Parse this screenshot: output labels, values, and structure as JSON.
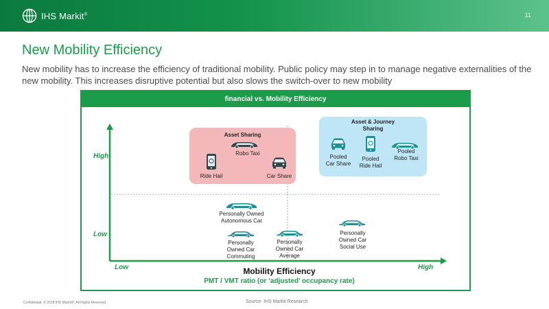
{
  "header": {
    "brand": "IHS Markit",
    "brand_mark": "®",
    "page_number": "11"
  },
  "title": "New Mobility Efficiency",
  "subtitle": "New mobility has to increase the efficiency of traditional mobility. Public policy may step in to manage negative externalities of the new mobility. This increases disruptive potential but also slows the switch-over to new mobility",
  "chart": {
    "header": "financial vs. Mobility Efficiency",
    "y_high": "High",
    "y_low": "Low",
    "x_low": "Low",
    "x_high": "High",
    "x_title": "Mobility Efficiency",
    "x_subtitle": "PMT / VMT ratio (or ‘adjusted’ occupancy rate)"
  },
  "clusters": {
    "asset_sharing": {
      "title": "Asset Sharing",
      "items": {
        "robo_taxi": "Robo Taxi",
        "ride_hail": "Ride Hail",
        "car_share": "Car Share"
      }
    },
    "asset_journey_sharing": {
      "title_line1": "Asset & Journey",
      "title_line2": "Sharing",
      "items": {
        "pooled_car_share": [
          "Pooled",
          "Car Share"
        ],
        "pooled_ride_hail": [
          "Pooled",
          "Ride Hail"
        ],
        "pooled_robo_taxi": [
          "Pooled",
          "Robo Taxi"
        ]
      }
    }
  },
  "owned": {
    "autonomous": [
      "Personally Owned",
      "Autonomous Car"
    ],
    "commuting": [
      "Personally",
      "Owned Car",
      "Commuting"
    ],
    "average": [
      "Personally",
      "Owned Car",
      "Average"
    ],
    "social": [
      "Personally",
      "Owned Car",
      "Social Use"
    ]
  },
  "footer": {
    "confidential": "Confidential. © 2018 IHS Markit®. All Rights Reserved.",
    "source": "Source: IHS Markit Research"
  },
  "colors": {
    "green": "#1a9c4a",
    "cluster_red": "#f4b8bb",
    "cluster_blue": "#bfe6f6",
    "icon_dark": "#30464a",
    "icon_teal": "#1f8f93"
  }
}
